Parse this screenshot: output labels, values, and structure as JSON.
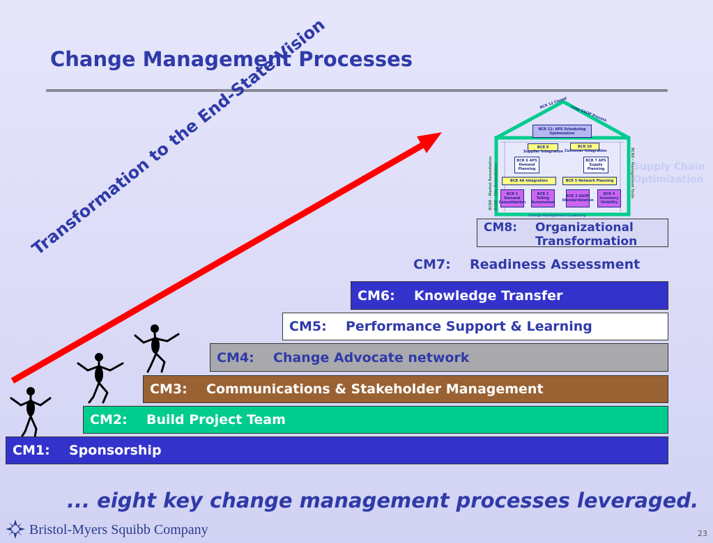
{
  "title": "Change Management Processes",
  "vision_text": "Transformation to the End-State Vision",
  "steps": [
    {
      "code": "CM1:",
      "label": "Sponsorship"
    },
    {
      "code": "CM2:",
      "label": "Build Project Team"
    },
    {
      "code": "CM3:",
      "label": "Communications & Stakeholder Management"
    },
    {
      "code": "CM4:",
      "label": "Change Advocate network"
    },
    {
      "code": "CM5:",
      "label": "Performance Support & Learning"
    },
    {
      "code": "CM6:",
      "label": "Knowledge Transfer"
    },
    {
      "code": "CM7:",
      "label": "Readiness Assessment"
    },
    {
      "code": "CM8:",
      "label": "Organizational Transformation"
    }
  ],
  "house": {
    "roof_left": "BCR 12 Closed",
    "roof_right": "Loop S&OP Process",
    "bcr11": "BCR 11: APS Scheduling Optimization",
    "bcr9": "BCR 9",
    "bcr9_sub": "Supplier Integration",
    "bcr10": "BCR 10",
    "bcr10_sub": "Customer Integration",
    "bcr6": "BCR 6 APS Demand Planning",
    "bcr7": "BCR 7 APS Supply Planning",
    "bcr4a": "BCR 4A Integration",
    "bcr5": "BCR 5   Network Planning",
    "bcr1": "BCR 1 Demand Consolidation",
    "bcr2": "BCR 2 Tolling Automation",
    "bcr3": "BCR 3 S&OP Standardization",
    "bcr4": "BCR 4 Inventory Visibility",
    "left_wall_1": "BCR8 - Market Remediation",
    "left_wall_2": "BCR8 - Site Remediation",
    "right_wall": "BCR8 - Management Tools",
    "footer": "Change Management & Learning",
    "side_label_line1": "Supply Chain",
    "side_label_line2": "Optimization"
  },
  "tagline": "... eight key change management processes leveraged.",
  "company": "Bristol-Myers Squibb Company",
  "page_number": "23",
  "colors": {
    "title": "#2f3aa8",
    "arrow": "#ff0000",
    "cm1": "#3333cc",
    "cm2": "#00cc8e",
    "cm3": "#9a6233",
    "cm4": "#a9a9ad",
    "cm5": "#ffffff",
    "cm6": "#3333cc",
    "house_frame": "#00cc8e"
  }
}
